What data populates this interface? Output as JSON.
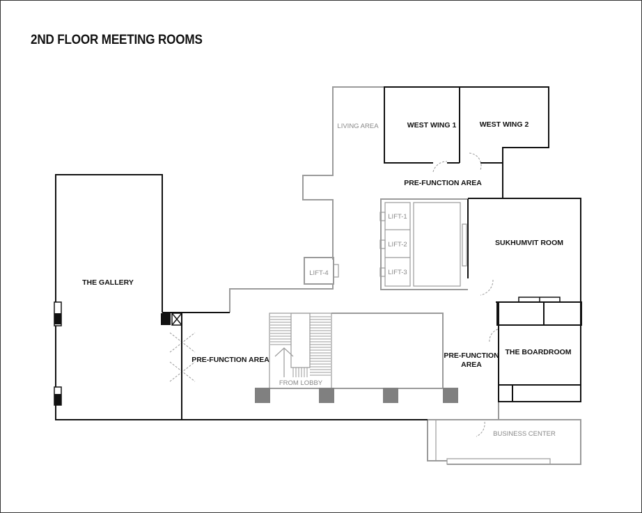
{
  "title": "2ND FLOOR MEETING ROOMS",
  "rooms": {
    "gallery": "THE GALLERY",
    "west_wing_1": "WEST WING 1",
    "west_wing_2": "WEST WING 2",
    "sukhumvit": "SUKHUMVIT ROOM",
    "boardroom": "THE BOARDROOM"
  },
  "areas": {
    "living": "LIVING AREA",
    "prefunction_top": "PRE-FUNCTION AREA",
    "prefunction_left": "PRE-FUNCTION AREA",
    "prefunction_right_line1": "PRE-FUNCTION",
    "prefunction_right_line2": "AREA",
    "business_center": "BUSINESS CENTER",
    "from_lobby": "FROM LOBBY"
  },
  "lifts": [
    "LIFT-1",
    "LIFT-2",
    "LIFT-3",
    "LIFT-4"
  ],
  "colors": {
    "wall": "#111111",
    "secondary_wall": "#9a9a9a",
    "column": "#808080",
    "background": "#ffffff"
  }
}
